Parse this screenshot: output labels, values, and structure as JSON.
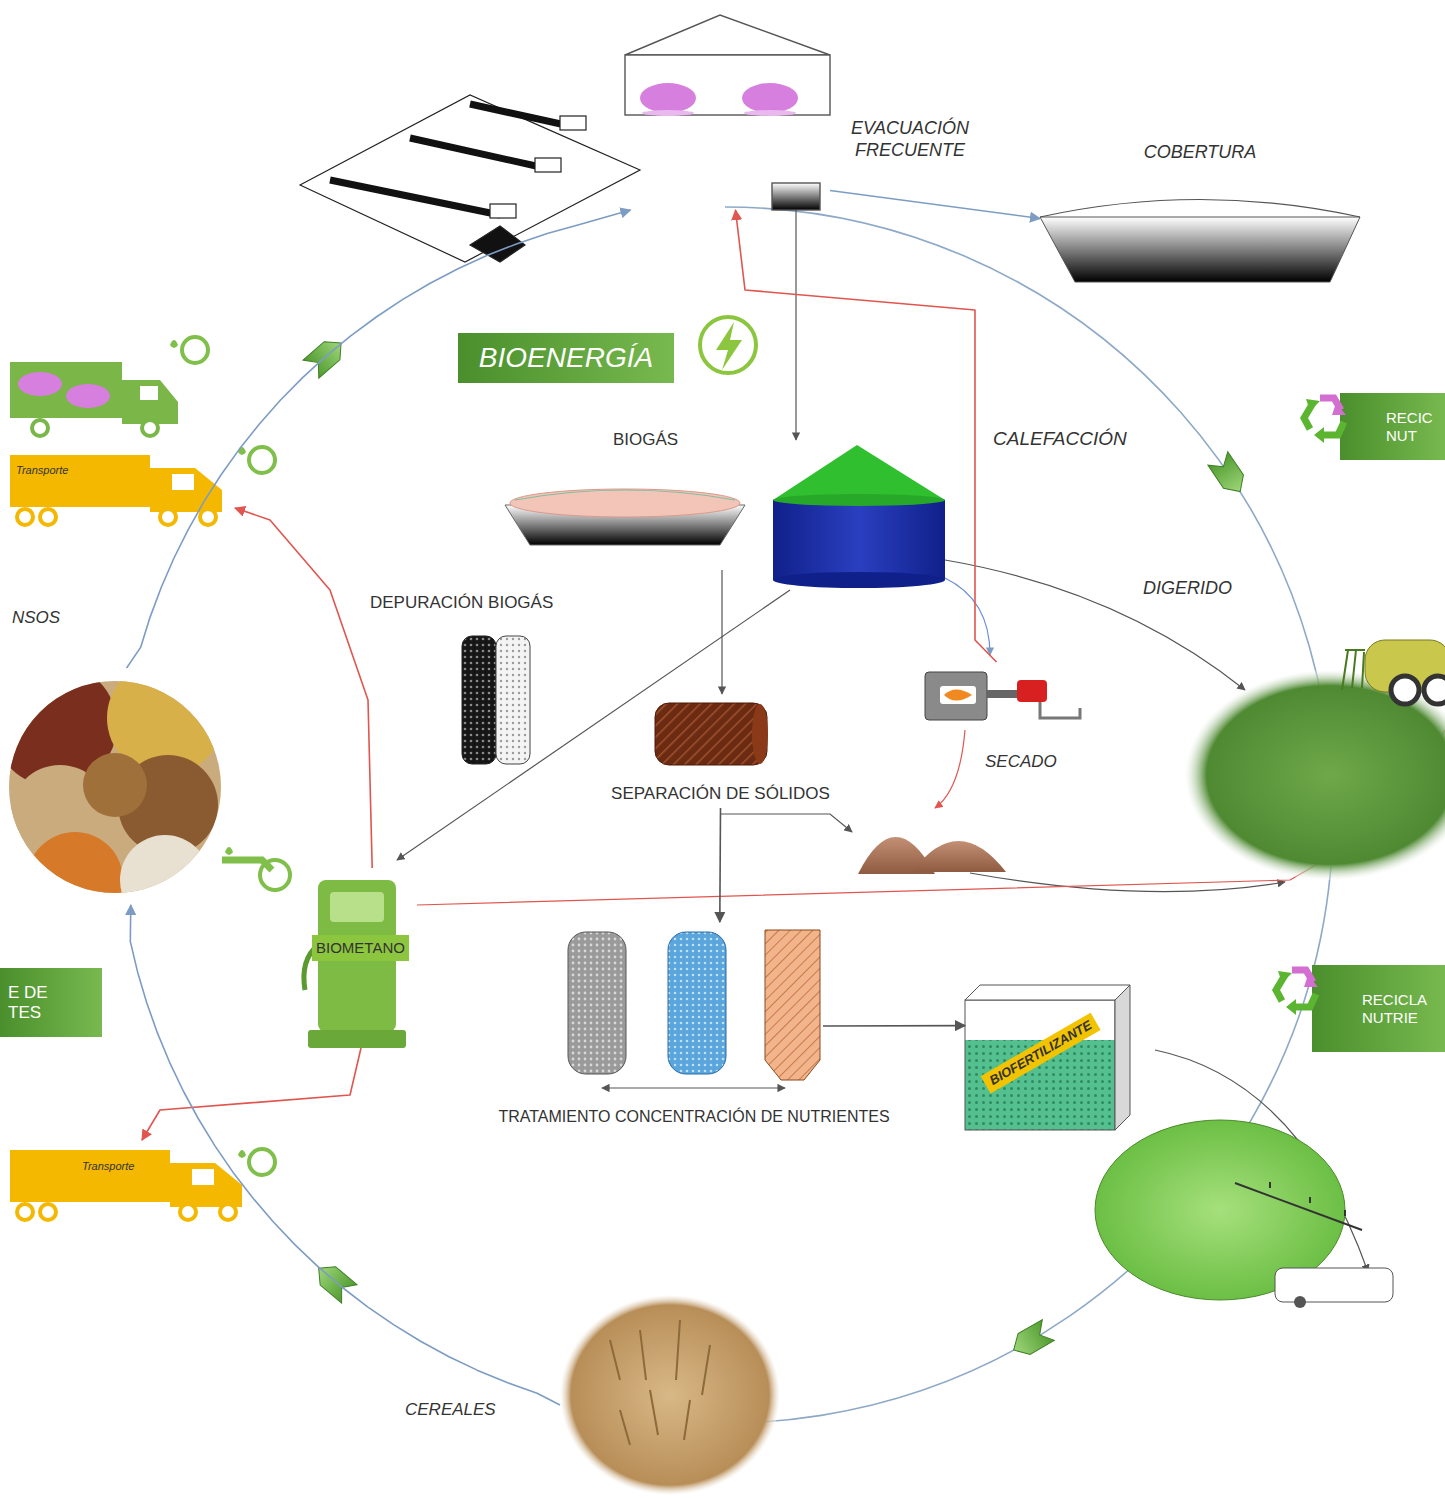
{
  "diagram": {
    "nodes": [
      {
        "text": [
          "EVACUACIÓN FRECUENTE"
        ]
      },
      {
        "text": [
          "COBERTURA"
        ]
      },
      {
        "text": [
          "BIOENERGÍA"
        ]
      },
      {
        "text": [
          "RECIC NUT"
        ]
      },
      {
        "text": [
          "BIOGÁS"
        ]
      },
      {
        "text": [
          "Transporte"
        ]
      },
      {
        "text": [
          "DEPURACIÓN BIOGÁS"
        ]
      },
      {
        "text": [
          "NSOS"
        ]
      },
      {
        "text": [
          "SEPARACIÓN DE SÓLIDOS"
        ]
      },
      {
        "text": [
          "SECADO"
        ]
      },
      {
        "text": [
          "BIOMETANO"
        ]
      },
      {
        "text": [
          "TRATAMIENTO CONCENTRACIÓN DE NUTRIENTES"
        ]
      },
      {
        "text": [
          "RECICLA NUTRIE"
        ]
      },
      {
        "text": [
          "E DE TES"
        ]
      },
      {
        "text": [
          "BIOFERTILIZANTE"
        ]
      },
      {
        "text": [
          "Transporte"
        ]
      },
      {
        "text": [
          "CEREALES"
        ]
      }
    ],
    "edges": [
      {
        "from": 0,
        "to": 1,
        "arrow": "to"
      },
      {
        "from": 9,
        "to": 0,
        "label": "CALEFACCIÓN",
        "arrow": "to"
      },
      {
        "from": 8,
        "to": 11,
        "arrow": "to"
      },
      {
        "from": 11,
        "to": 14,
        "arrow": "to"
      },
      {
        "from": 10,
        "to": 15,
        "arrow": "to"
      },
      {
        "from": 10,
        "to": 5,
        "arrow": "to"
      },
      {
        "from": 16,
        "to": 7,
        "arrow": "to"
      },
      {
        "from": 7,
        "to": 0,
        "arrow": "to"
      }
    ],
    "labels": [
      "DIGERIDO"
    ]
  }
}
